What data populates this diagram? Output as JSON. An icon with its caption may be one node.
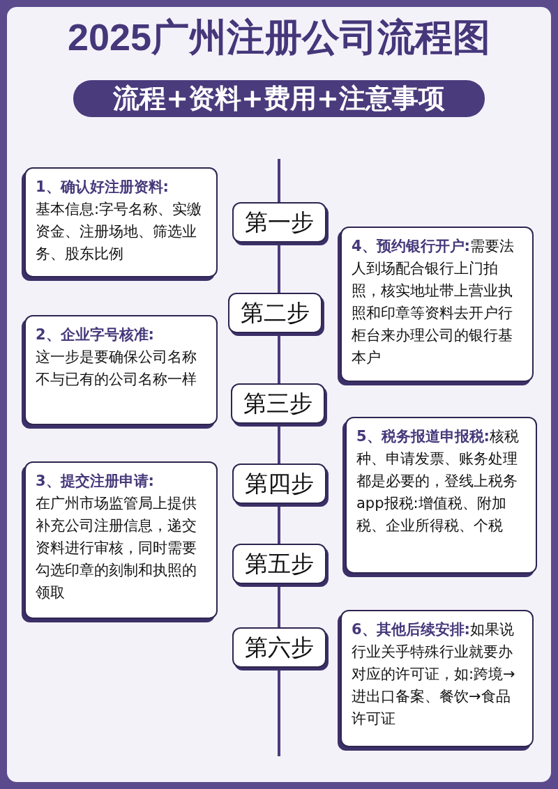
{
  "diagram": {
    "title": "2025广州注册公司流程图",
    "nodes": [
      {
        "text": [
          "流程+资料+费用+注意事项"
        ]
      },
      {
        "text": [
          "第一步"
        ]
      },
      {
        "text": [
          "第二步"
        ]
      },
      {
        "text": [
          "第三步"
        ]
      },
      {
        "text": [
          "第四步"
        ]
      },
      {
        "text": [
          "第五步"
        ]
      },
      {
        "text": [
          "第六步"
        ]
      },
      {
        "text": [
          "1、确认好注册资料:",
          "基本信息:字号名称、实缴资金、注册场地、筛选业务、股东比例"
        ]
      },
      {
        "text": [
          "2、企业字号核准:",
          "这一步是要确保公司名称不与已有的公司名称一样"
        ]
      },
      {
        "text": [
          "3、提交注册申请:",
          "在广州市场监管局上提供补充公司注册信息，递交资料进行审核，同时需要勾选印章的刻制和执照的领取"
        ]
      },
      {
        "text": [
          "**4、预约银行开户:**需要法人到场配合银行上门拍照，核实地址带上营业执照和印章等资料去开户行柜台来办理公司的银行基本户"
        ]
      },
      {
        "text": [
          "**5、税务报道申报税:**核税种、申请发票、账务处理都是必要的，登线上税务app报税:增值税、附加税、企业所得税、个税"
        ]
      },
      {
        "text": [
          "**6、其他后续安排:**如果说行业关乎特殊行业就要办对应的许可证，如:跨境→进出口备案、餐饮→食品许可证"
        ]
      }
    ],
    "edges": [
      {
        "from": 1,
        "to": 2,
        "arrow": "none"
      },
      {
        "from": 2,
        "to": 3,
        "arrow": "none"
      },
      {
        "from": 3,
        "to": 4,
        "arrow": "none"
      },
      {
        "from": 4,
        "to": 5,
        "arrow": "none"
      },
      {
        "from": 5,
        "to": 6,
        "arrow": "none"
      }
    ]
  }
}
